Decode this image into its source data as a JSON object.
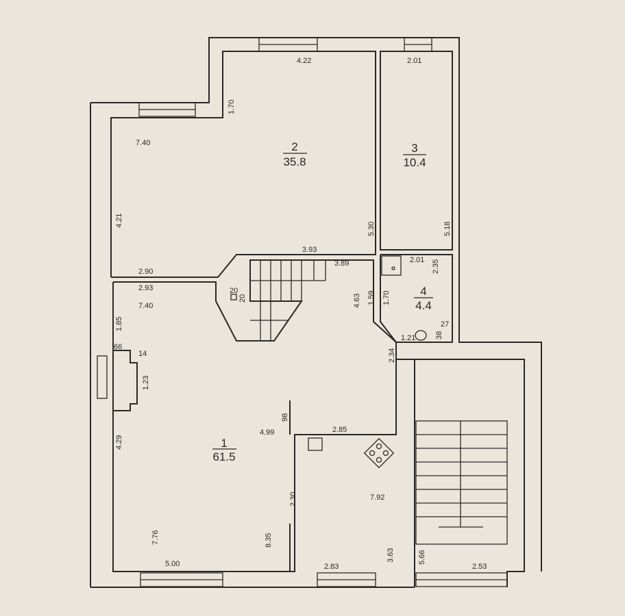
{
  "rooms": [
    {
      "number": "1",
      "area": "61.5"
    },
    {
      "number": "2",
      "area": "35.8"
    },
    {
      "number": "3",
      "area": "10.4"
    },
    {
      "number": "4",
      "area": "4.4"
    }
  ],
  "dimensions": {
    "d422": "4.22",
    "d201a": "2.01",
    "d170a": "1.70",
    "d740a": "7.40",
    "d421": "4.21",
    "d530": "5.30",
    "d518": "5.18",
    "d393": "3.93",
    "d389": "3.89",
    "d290": "2.90",
    "d293": "2.93",
    "d740b": "7.40",
    "d201b": "2.01",
    "d235": "2.35",
    "d2020a": "20",
    "d2020b": "20",
    "d463": "4.63",
    "d159": "1.59",
    "d170b": "1.70",
    "d27": "27",
    "d38": "38",
    "d121": "1.21",
    "d185": "1.85",
    "d66": "66",
    "d14": "14",
    "d123": "1.23",
    "d234": "2.34",
    "d98": "98",
    "d499": "4.99",
    "d285": "2.85",
    "d429": "4.29",
    "d792": "7.92",
    "d230": "2.30",
    "d776": "7.76",
    "d835": "8.35",
    "d363": "3.63",
    "d566": "5.66",
    "d500": "5.00",
    "d283": "2.83",
    "d253": "2.53"
  }
}
